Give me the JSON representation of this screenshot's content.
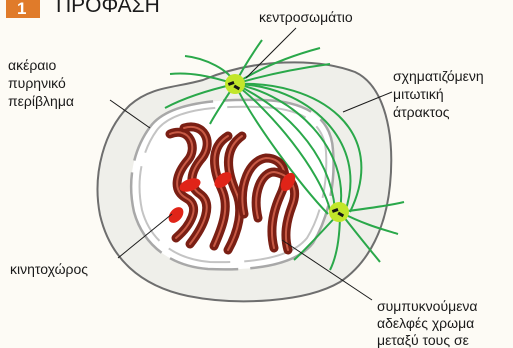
{
  "header": {
    "number": "1",
    "title": "ΠΡΟΦΑΣΗ"
  },
  "labels": {
    "centrosome": "κεντροσωμάτιο",
    "envelope": [
      "ακέραιο",
      "πυρηνικό",
      "περίβλημα"
    ],
    "spindle": [
      "σχηματιζόμενη",
      "μιτωτική",
      "άτρακτος"
    ],
    "kinetochore": "κινητοχώρος",
    "chromatids": [
      "συμπυκνούμενα",
      "αδελφές χρωμα",
      "μεταξύ τους σε"
    ]
  },
  "colors": {
    "badge": "#e07b2a",
    "cell_fill": "#efefea",
    "nucleus_fill": "#ffffff",
    "chromosome": "#7a1f14",
    "chromosome_highlight": "#c85a45",
    "kinetochore": "#e02418",
    "spindle": "#2aa84a",
    "centrosome": "#c2e62a"
  }
}
